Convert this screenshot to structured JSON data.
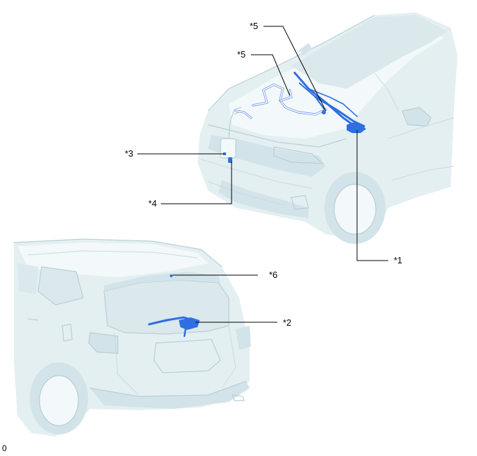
{
  "callouts": {
    "c1": "*1",
    "c2": "*2",
    "c3": "*3",
    "c4": "*4",
    "c5a": "*5",
    "c5b": "*5",
    "c6": "*6"
  },
  "reference_code": "0",
  "colors": {
    "highlight": "#2f6fe0",
    "vehicle_body": "#e4eff2",
    "leader_line": "#000000"
  }
}
